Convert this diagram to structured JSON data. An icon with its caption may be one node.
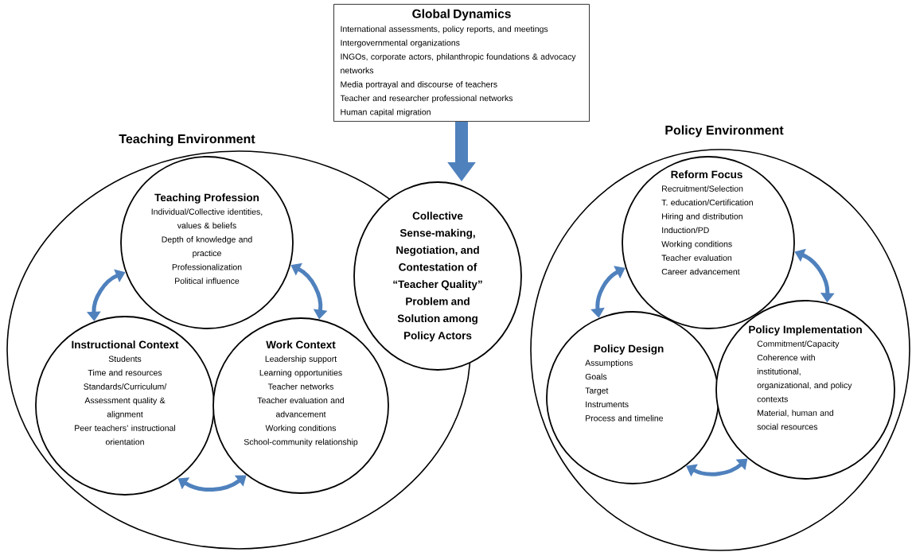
{
  "diagram": {
    "nodes": [
      {
        "text": [
          "Global Dynamics",
          "International assessments, policy reports, and meetings",
          "Intergovernmental organizations",
          "INGOs, corporate actors, philanthropic foundations & advocacy networks",
          "Media portrayal and discourse of teachers",
          "Teacher and researcher professional networks",
          "Human capital migration"
        ]
      },
      {
        "text": [
          "Teaching Environment"
        ]
      },
      {
        "text": [
          "Teaching Profession",
          "Individual/Collective identities, values & beliefs",
          "Depth of knowledge and practice",
          "Professionalization",
          "Political influence"
        ],
        "in": 1
      },
      {
        "text": [
          "Instructional Context",
          "Students",
          "Time and resources",
          "Standards/Curriculum/ Assessment quality & alignment",
          "Peer teachers’ instructional orientation"
        ],
        "in": 1
      },
      {
        "text": [
          "Work Context",
          "Leadership support",
          "Learning opportunities",
          "Teacher networks",
          "Teacher evaluation and advancement",
          "Working conditions",
          "School-community relationship"
        ],
        "in": 1
      },
      {
        "text": [
          "Collective Sense-making, Negotiation, and Contestation of “Teacher Quality” Problem and Solution among Policy Actors"
        ]
      },
      {
        "text": [
          "Policy Environment"
        ]
      },
      {
        "text": [
          "Reform Focus",
          "Recruitment/Selection",
          "T. education/Certification",
          "Hiring and distribution",
          "Induction/PD",
          "Working conditions",
          "Teacher evaluation",
          "Career advancement"
        ],
        "in": 6
      },
      {
        "text": [
          "Policy Design",
          "Assumptions",
          "Goals",
          "Target",
          "Instruments",
          "Process and timeline"
        ],
        "in": 6
      },
      {
        "text": [
          "Policy Implementation",
          "Commitment/Capacity",
          "Coherence with institutional, organizational, and policy contexts",
          "Material, human and social resources"
        ],
        "in": 6
      }
    ],
    "edges": [
      {
        "from": 0,
        "to": 5,
        "arrow": "to",
        "style": "thick",
        "color": "#4f81bd"
      },
      {
        "from": 3,
        "to": 2,
        "arrow": "both",
        "color": "#4f81bd"
      },
      {
        "from": 2,
        "to": 4,
        "arrow": "both",
        "color": "#4f81bd"
      },
      {
        "from": 3,
        "to": 4,
        "arrow": "both",
        "color": "#4f81bd"
      },
      {
        "from": 8,
        "to": 7,
        "arrow": "both",
        "color": "#4f81bd"
      },
      {
        "from": 7,
        "to": 9,
        "arrow": "both",
        "color": "#4f81bd"
      },
      {
        "from": 8,
        "to": 9,
        "arrow": "both",
        "color": "#4f81bd"
      }
    ]
  }
}
